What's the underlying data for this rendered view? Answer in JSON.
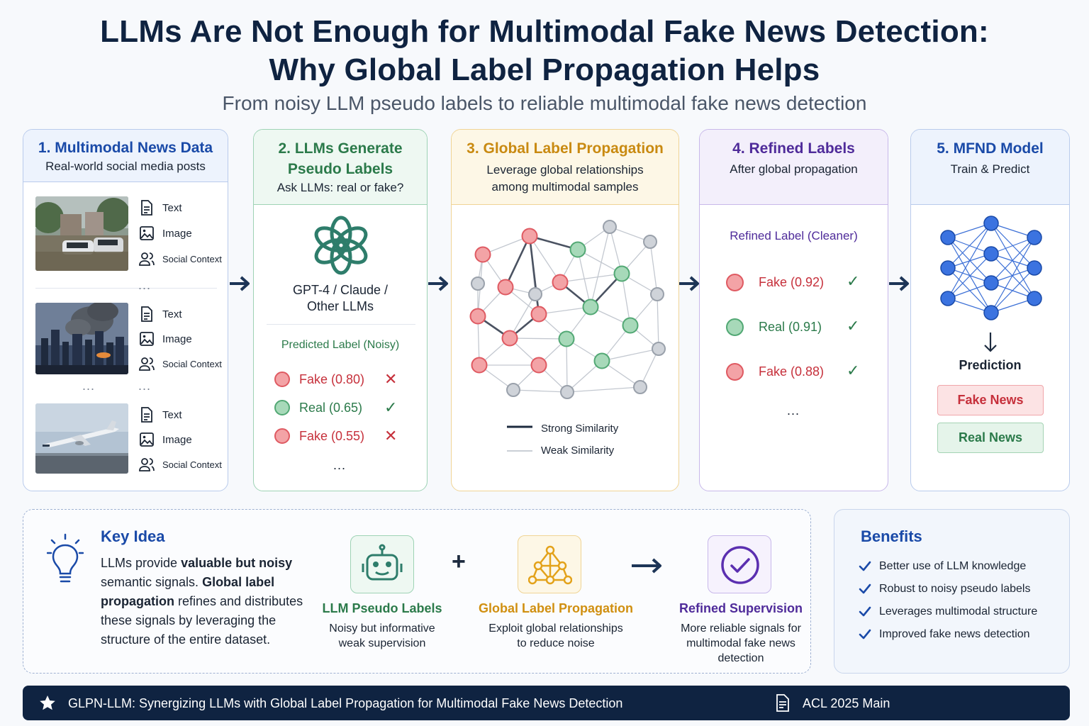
{
  "title_line1": "LLMs Are Not Enough for Multimodal Fake News Detection:",
  "title_line2": "Why Global Label Propagation Helps",
  "subtitle": "From noisy LLM pseudo labels to reliable multimodal fake news detection",
  "panel1": {
    "title": "1. Multimodal News Data",
    "sub": "Real-world social media posts",
    "modalities": [
      "Text",
      "Image",
      "Social Context"
    ],
    "ellipsis": "..."
  },
  "panel2": {
    "title_a": "2. LLMs Generate",
    "title_b": "Pseudo Labels",
    "sub": "Ask LLMs: real or fake?",
    "model_a": "GPT-4 / Claude /",
    "model_b": "Other LLMs",
    "pred_header": "Predicted Label (Noisy)",
    "preds": [
      {
        "label": "Fake (0.80)",
        "kind": "fake",
        "mark": "✕"
      },
      {
        "label": "Real (0.65)",
        "kind": "real",
        "mark": "✓"
      },
      {
        "label": "Fake (0.55)",
        "kind": "fake",
        "mark": "✕"
      }
    ],
    "ellipsis": "..."
  },
  "panel3": {
    "title": "3. Global Label Propagation",
    "sub_a": "Leverage global relationships",
    "sub_b": "among multimodal samples",
    "legend_strong": "Strong Similarity",
    "legend_weak": "Weak Similarity"
  },
  "panel4": {
    "title": "4. Refined Labels",
    "sub": "After global propagation",
    "header": "Refined Label (Cleaner)",
    "labels": [
      {
        "label": "Fake (0.92)",
        "kind": "fake",
        "mark": "✓"
      },
      {
        "label": "Real (0.91)",
        "kind": "real",
        "mark": "✓"
      },
      {
        "label": "Fake (0.88)",
        "kind": "fake",
        "mark": "✓"
      }
    ],
    "ellipsis": "..."
  },
  "panel5": {
    "title": "5. MFND Model",
    "sub": "Train & Predict",
    "prediction": "Prediction",
    "fake": "Fake News",
    "real": "Real News"
  },
  "key_idea": {
    "title": "Key Idea",
    "line1_a": "LLMs provide ",
    "line1_b": "valuable but noisy",
    "line2_a": "semantic signals. ",
    "line2_b": "Global label",
    "line3_a": "propagation",
    "line3_b": " refines and distributes",
    "line4": "these signals by leveraging the",
    "line5": "structure of the entire dataset."
  },
  "steps": [
    {
      "title": "LLM Pseudo Labels",
      "desc_a": "Noisy but informative",
      "desc_b": "weak supervision",
      "desc_c": ""
    },
    {
      "title": "Global Label Propagation",
      "desc_a": "Exploit global relationships",
      "desc_b": "to reduce noise",
      "desc_c": ""
    },
    {
      "title": "Refined Supervision",
      "desc_a": "More reliable signals for",
      "desc_b": "multimodal fake news",
      "desc_c": "detection"
    }
  ],
  "plus": "+",
  "benefits": {
    "title": "Benefits",
    "items": [
      "Better use of LLM knowledge",
      "Robust to noisy pseudo labels",
      "Leverages multimodal structure",
      "Improved fake news detection"
    ]
  },
  "footer": {
    "paper": "GLPN-LLM: Synergizing LLMs with Global Label Propagation for Multimodal Fake News Detection",
    "venue": "ACL 2025 Main"
  },
  "colors": {
    "fake": "#df5a62",
    "real": "#52a874",
    "blue": "#1a4aa8",
    "navy": "#0f2341",
    "orange": "#e3a21a",
    "purple": "#5b2fb0"
  }
}
